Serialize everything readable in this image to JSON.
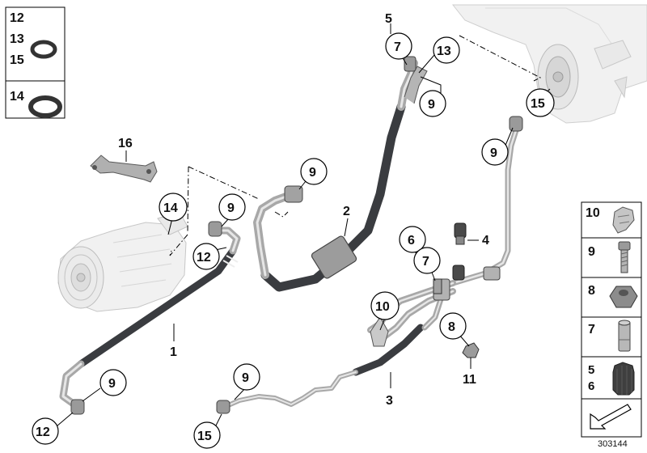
{
  "kit_panel": {
    "group_a": [
      "12",
      "13",
      "15"
    ],
    "group_b": "14"
  },
  "callouts": [
    {
      "id": "5"
    },
    {
      "id": "7"
    },
    {
      "id": "13"
    },
    {
      "id": "9"
    },
    {
      "id": "15"
    },
    {
      "id": "9"
    },
    {
      "id": "16"
    },
    {
      "id": "9"
    },
    {
      "id": "2"
    },
    {
      "id": "14"
    },
    {
      "id": "9"
    },
    {
      "id": "12"
    },
    {
      "id": "6"
    },
    {
      "id": "4"
    },
    {
      "id": "7"
    },
    {
      "id": "10"
    },
    {
      "id": "8"
    },
    {
      "id": "11"
    },
    {
      "id": "1"
    },
    {
      "id": "9"
    },
    {
      "id": "12"
    },
    {
      "id": "9"
    },
    {
      "id": "15"
    },
    {
      "id": "3"
    }
  ],
  "legend": {
    "rows": [
      {
        "label": "10",
        "part": "clip-icon"
      },
      {
        "label": "9",
        "part": "bolt-icon"
      },
      {
        "label": "8",
        "part": "hex-nut-icon"
      },
      {
        "label": "7",
        "part": "valve-core-icon"
      },
      {
        "label": "5\n6",
        "part": "cap-icon"
      },
      {
        "label": "",
        "part": "arrow-icon"
      }
    ]
  },
  "diagram_number": "303144"
}
